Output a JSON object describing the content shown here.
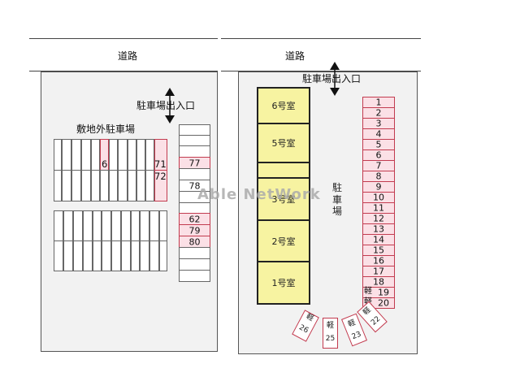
{
  "road": {
    "left_label": "道路",
    "right_label": "道路"
  },
  "left_lot": {
    "entrance_label": "駐車場出入口",
    "offsite_label": "敷地外駐車場",
    "upper_labels": {
      "s6": "6",
      "s71": "71",
      "s72": "72"
    },
    "column_labels": {
      "c77": "77",
      "c78": "78",
      "c62": "62",
      "c79": "79",
      "c80": "80"
    }
  },
  "right_lot": {
    "entrance_label": "駐車場出入口",
    "parking_label": [
      "駐",
      "車",
      "場"
    ],
    "rooms": [
      "6号室",
      "5号室",
      "",
      "3号室",
      "2号室",
      "1号室"
    ],
    "spaces": [
      "1",
      "2",
      "3",
      "4",
      "5",
      "6",
      "7",
      "8",
      "9",
      "10",
      "11",
      "12",
      "13",
      "14",
      "15",
      "16",
      "17",
      "18",
      "19",
      "20"
    ],
    "kei_label": "軽",
    "angled_spaces": [
      {
        "kei": "軽",
        "num": "26"
      },
      {
        "kei": "軽",
        "num": "25"
      },
      {
        "kei": "軽",
        "num": "23"
      },
      {
        "kei": "軽",
        "num": "22"
      }
    ]
  },
  "watermark": "Able NetWork",
  "colors": {
    "building_fill": "#f7f3a1",
    "highlight_fill": "#fbe0e6",
    "highlight_border": "#c23b4f"
  }
}
